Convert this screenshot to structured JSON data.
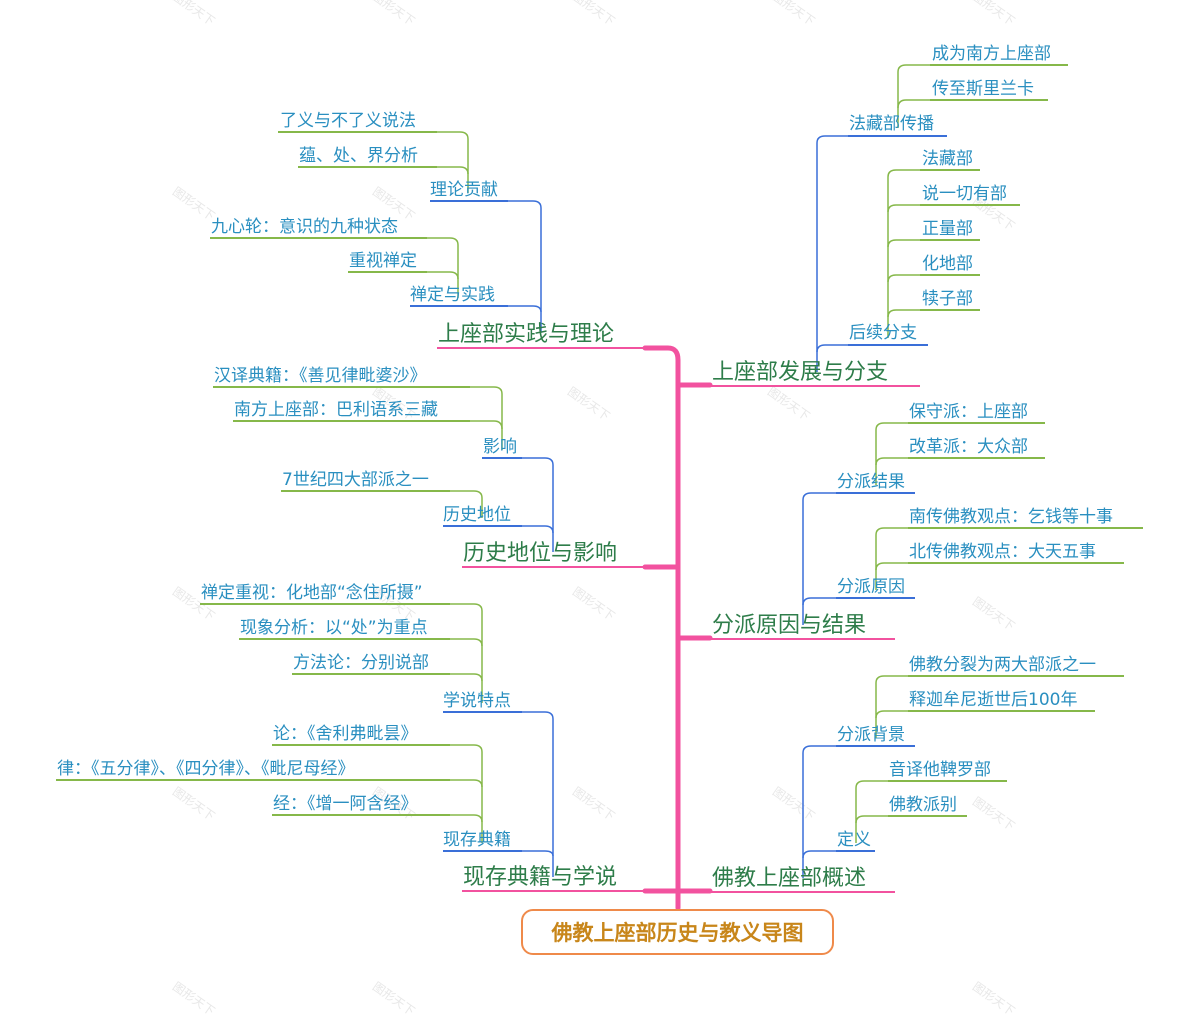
{
  "root": {
    "label": "佛教上座部历史与教义导图",
    "border_color": "#ef8a4a",
    "text_color": "#c8861a"
  },
  "colors": {
    "trunk": "#f2529f",
    "level2_line": "#3a6fd8",
    "level3_line": "#86b84a",
    "level1_text": "#2e7d4a",
    "leaf_text": "#2a8fc0"
  },
  "branches": {
    "right": [
      {
        "label": "上座部发展与分支",
        "children": [
          {
            "label": "法藏部传播",
            "children": [
              "成为南方上座部",
              "传至斯里兰卡"
            ]
          },
          {
            "label": "后续分支",
            "children": [
              "法藏部",
              "说一切有部",
              "正量部",
              "化地部",
              "犊子部"
            ]
          }
        ]
      },
      {
        "label": "分派原因与结果",
        "children": [
          {
            "label": "分派结果",
            "children": [
              "保守派：上座部",
              "改革派：大众部"
            ]
          },
          {
            "label": "分派原因",
            "children": [
              "南传佛教观点：乞钱等十事",
              "北传佛教观点：大天五事"
            ]
          }
        ]
      },
      {
        "label": "佛教上座部概述",
        "children": [
          {
            "label": "分派背景",
            "children": [
              "佛教分裂为两大部派之一",
              "释迦牟尼逝世后100年"
            ]
          },
          {
            "label": "定义",
            "children": [
              "音译他鞞罗部",
              "佛教派别"
            ]
          }
        ]
      }
    ],
    "left": [
      {
        "label": "上座部实践与理论",
        "children": [
          {
            "label": "理论贡献",
            "children": [
              "了义与不了义说法",
              "蕴、处、界分析"
            ]
          },
          {
            "label": "禅定与实践",
            "children": [
              "九心轮：意识的九种状态",
              "重视禅定"
            ]
          }
        ]
      },
      {
        "label": "历史地位与影响",
        "children": [
          {
            "label": "影响",
            "children": [
              "汉译典籍：《善见律毗婆沙》",
              "南方上座部：巴利语系三藏"
            ]
          },
          {
            "label": "历史地位",
            "children": [
              "7世纪四大部派之一"
            ]
          }
        ]
      },
      {
        "label": "现存典籍与学说",
        "children": [
          {
            "label": "学说特点",
            "children": [
              "禅定重视：化地部“念住所摄”",
              "现象分析：以“处”为重点",
              "方法论：分别说部"
            ]
          },
          {
            "label": "现存典籍",
            "children": [
              "论：《舍利弗毗昙》",
              "律：《五分律》、《四分律》、《毗尼母经》",
              "经：《增一阿含经》"
            ]
          }
        ]
      }
    ]
  },
  "watermark": "图形天下"
}
